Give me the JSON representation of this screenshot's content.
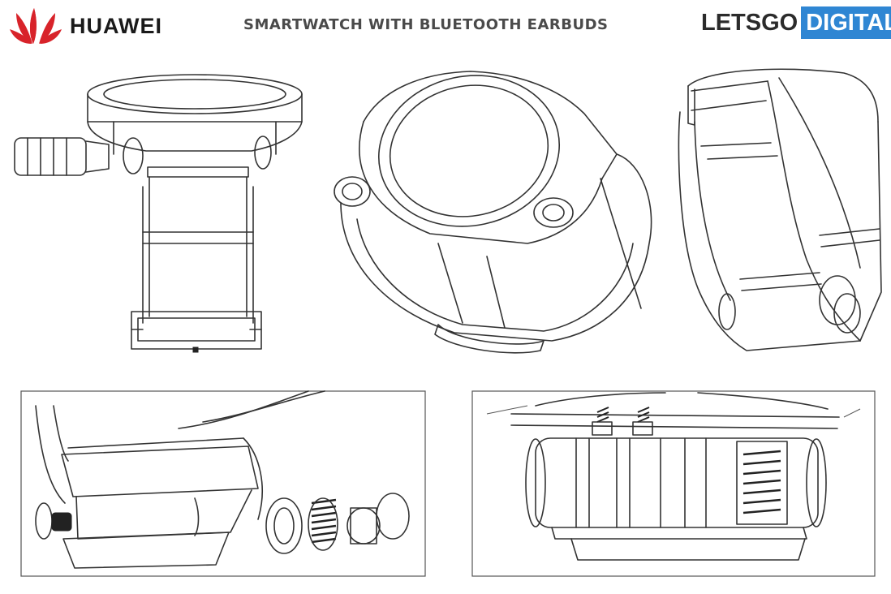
{
  "header": {
    "brand_left": "HUAWEI",
    "title": "SMARTWATCH WITH BLUETOOTH EARBUDS",
    "brand_right_part1": "LETSGO",
    "brand_right_part2": "DIGITAL"
  },
  "colors": {
    "huawei_red": "#d8232a",
    "letsgo_blue": "#2f86d3",
    "line": "#333333"
  },
  "icons": [
    "huawei-petal-logo-icon"
  ]
}
